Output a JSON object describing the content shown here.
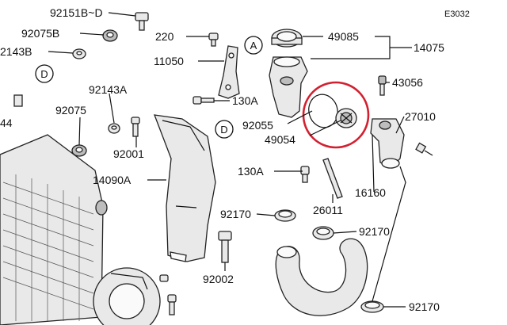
{
  "diagram_code": "E3032",
  "callouts": {
    "a": "A",
    "d1": "D",
    "d2": "D"
  },
  "parts": [
    {
      "id": "p1",
      "label": "92151B~D"
    },
    {
      "id": "p2",
      "label": "92075B"
    },
    {
      "id": "p3",
      "label": "2143B"
    },
    {
      "id": "p4",
      "label": "220"
    },
    {
      "id": "p5",
      "label": "49085"
    },
    {
      "id": "p6",
      "label": "14075"
    },
    {
      "id": "p7",
      "label": "11050"
    },
    {
      "id": "p8",
      "label": "43056"
    },
    {
      "id": "p9",
      "label": "92143A"
    },
    {
      "id": "p10",
      "label": "130A"
    },
    {
      "id": "p11",
      "label": "44"
    },
    {
      "id": "p12",
      "label": "92075"
    },
    {
      "id": "p13",
      "label": "27010"
    },
    {
      "id": "p14",
      "label": "92055"
    },
    {
      "id": "p15",
      "label": "49054"
    },
    {
      "id": "p16",
      "label": "92001"
    },
    {
      "id": "p17",
      "label": "14090A"
    },
    {
      "id": "p18",
      "label": "130A"
    },
    {
      "id": "p19",
      "label": "16160"
    },
    {
      "id": "p20",
      "label": "92170"
    },
    {
      "id": "p21",
      "label": "26011"
    },
    {
      "id": "p22",
      "label": "92170"
    },
    {
      "id": "p23",
      "label": "92002"
    },
    {
      "id": "p24",
      "label": "92170"
    }
  ],
  "highlight": {
    "color": "#d32030"
  }
}
